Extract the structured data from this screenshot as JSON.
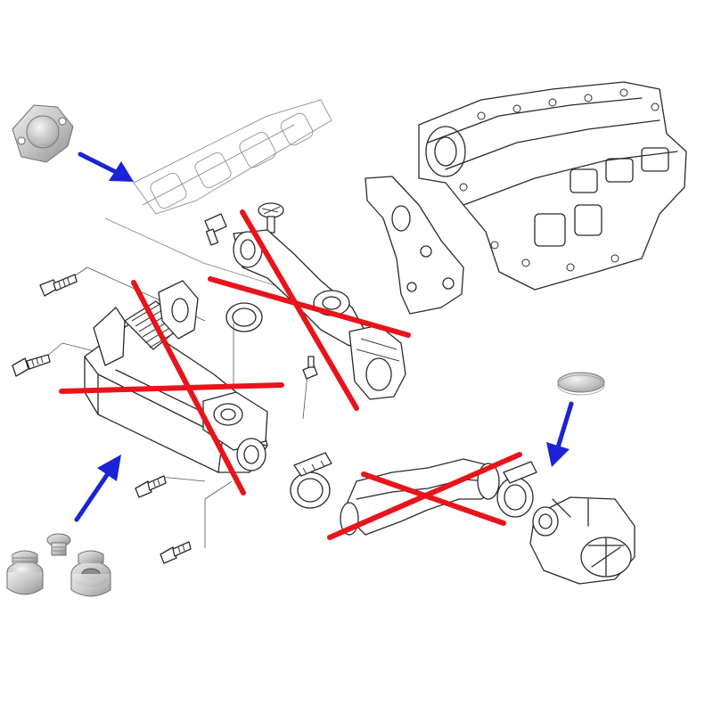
{
  "colors": {
    "removed_mark": "#e8141b",
    "pointer_arrow": "#1c22d6",
    "line_art": "#2a2a2a",
    "metal_part": "#c9c9c9"
  },
  "marks": {
    "removed": [
      "egr-cooler",
      "coolant-pipe",
      "intake-tube"
    ],
    "arrows_to": [
      "blanking-plate-photo",
      "blanking-plugs-photo",
      "blanking-disc-photo"
    ]
  }
}
